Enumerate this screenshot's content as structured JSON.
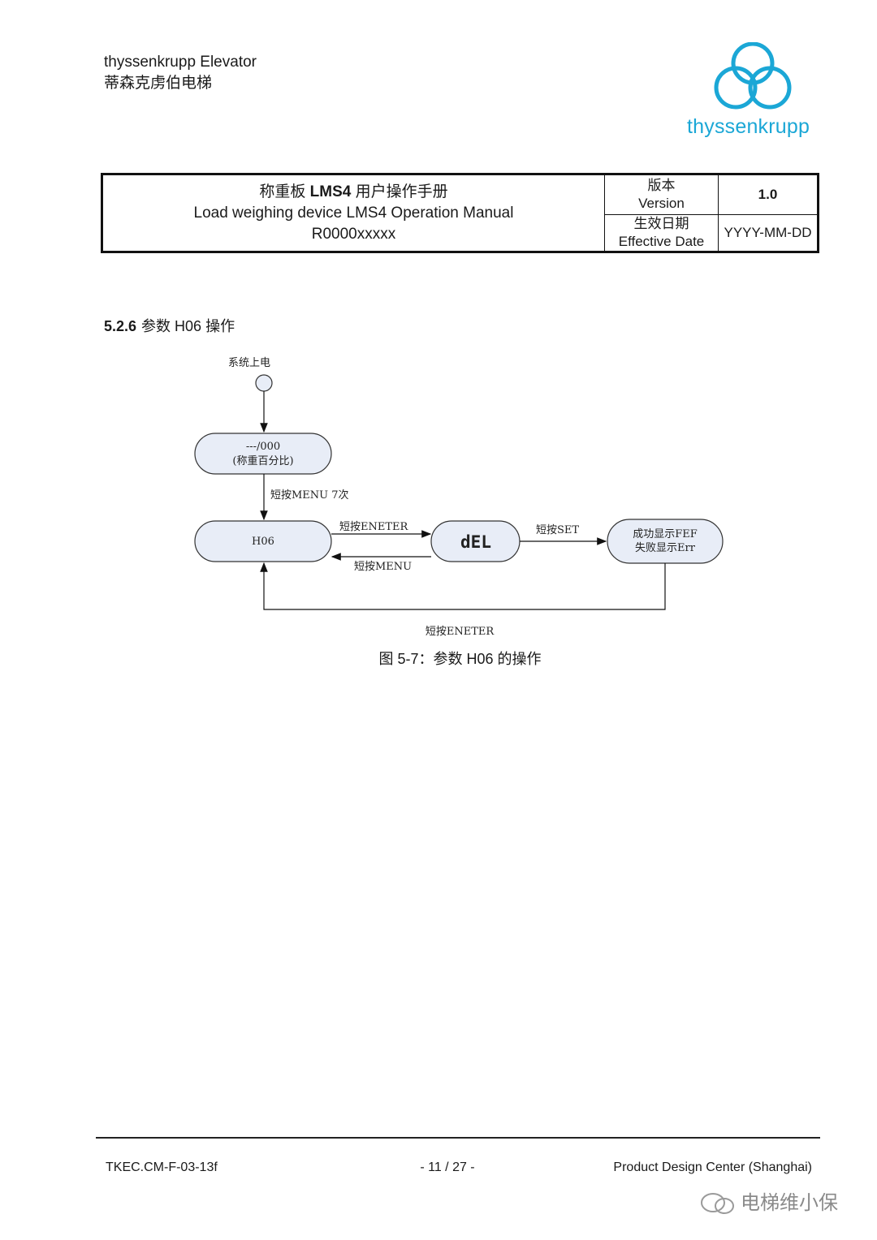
{
  "header": {
    "company_en": "thyssenkrupp Elevator",
    "company_cn": "蒂森克虏伯电梯",
    "logo_text": "thyssenkrupp"
  },
  "doc_table": {
    "title_cn_prefix": "称重板 ",
    "title_cn_bold": "LMS4",
    "title_cn_suffix": " 用户操作手册",
    "title_en": "Load weighing device LMS4 Operation Manual",
    "doc_no": "R0000xxxxx",
    "version_label_cn": "版本",
    "version_label_en": "Version",
    "version_value": "1.0",
    "date_label_cn": "生效日期",
    "date_label_en": "Effective  Date",
    "date_value": "YYYY-MM-DD"
  },
  "section": {
    "number": "5.2.6",
    "title": "参数 H06 操作"
  },
  "diagram": {
    "start_label": "系统上电",
    "state1_line1": "---/000",
    "state1_line2": "(称重百分比)",
    "edge1": "短按MENU 7次",
    "state_h06": "H06",
    "edge_enter": "短按ENETER",
    "edge_menu": "短按MENU",
    "state_del": "dEL",
    "edge_set": "短按SET",
    "state_result_line1": "成功显示FEF",
    "state_result_line2": "失败显示Err",
    "edge_return": "短按ENETER"
  },
  "caption": "图 5-7：参数 H06 的操作",
  "footer": {
    "left": "TKEC.CM-F-03-13f",
    "center": "- 11 / 27 -",
    "right": "Product Design Center (Shanghai)"
  },
  "watermark": "电梯维小保"
}
